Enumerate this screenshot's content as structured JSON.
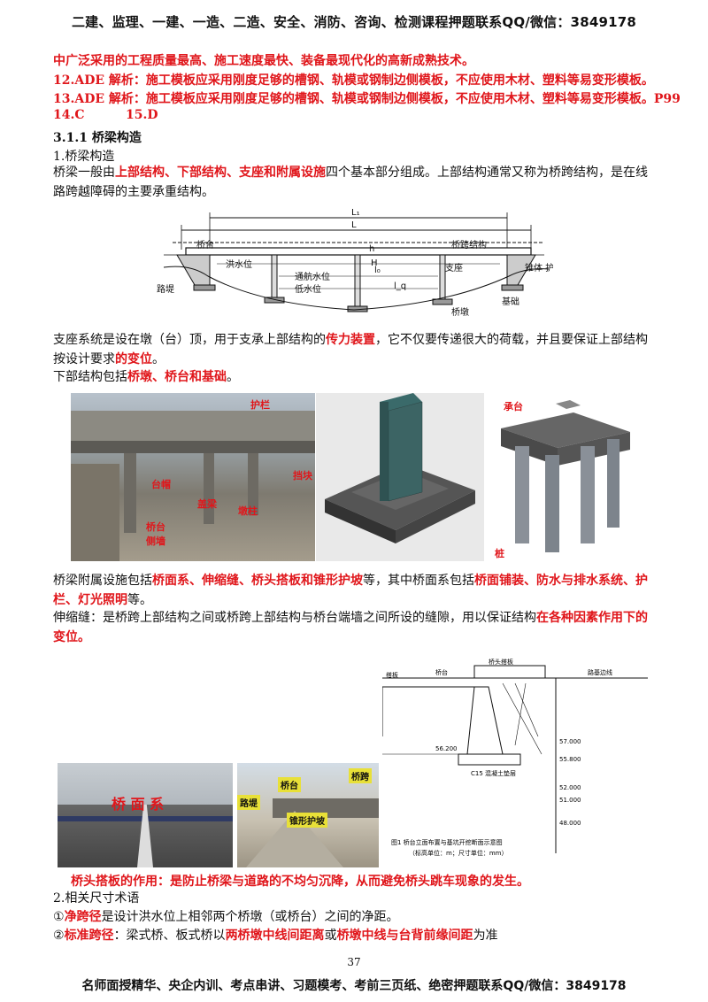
{
  "header": "二建、监理、一建、一造、二造、安全、消防、咨询、检测课程押题联系QQ/微信：3849178",
  "lines": {
    "l1": "中广泛采用的工程质量最高、施工速度最快、装备最现代化的高新成熟技术。",
    "l2": "12.ADE   解析：施工模板应采用刚度足够的槽钢、轨模或钢制边侧模板，不应使用木材、塑料等易变形模板。",
    "l3": "13.ADE 解析：施工模板应采用刚度足够的槽钢、轨模或钢制边侧模板，不应使用木材、塑料等易变形模板。P99",
    "l4a": "14.C",
    "l4b": "15.D",
    "section": "3.1.1 桥梁构造",
    "sub1": "1.桥梁构造"
  },
  "para1": {
    "a": "桥梁一般由",
    "b": "上部结构、下部结构、支座和附属设施",
    "c": "四个基本部分组成。上部结构通常又称为桥跨结构，是在线路跨越障碍的主要承重结构。"
  },
  "diagram": {
    "L1": "L₁",
    "L": "L",
    "h": "h",
    "H": "H",
    "L0": "l₀",
    "Lq": "l_q",
    "abutment": "桥台",
    "span": "桥跨结构",
    "flood": "洪水位",
    "nav": "通航水位",
    "low": "低水位",
    "embank": "路堤",
    "bearing": "支座",
    "cone": "锥体\n护坡",
    "pier": "桥墩",
    "foundation": "基础"
  },
  "para2": {
    "a": "支座系统是设在墩（台）顶，用于支承上部结构的",
    "b": "传力装置",
    "c": "，它不仅要传递很大的荷载，并且要保证上部结构按设计要求",
    "d": "的变位",
    "e": "。"
  },
  "para3": {
    "a": "下部结构包括",
    "b": "桥墩、桥台和基础",
    "c": "。"
  },
  "photo1": {
    "guard": "护栏",
    "retain": "挡块",
    "capbeam": "台帽",
    "capbeam2": "盖梁",
    "pier": "墩柱",
    "abut1": "桥台",
    "abut2": "侧墙"
  },
  "photo3": {
    "cap": "承台",
    "pile": "桩"
  },
  "para4": {
    "a": "桥梁附属设施包括",
    "b": "桥面系、伸缩缝、桥头搭板和锥形护坡",
    "c": "等，其中桥面系包括",
    "d": "桥面铺装、防水与排水系统、护栏、灯光照明",
    "e": "等。"
  },
  "para5": {
    "a": "伸缩缝：是桥跨上部结构之间或桥跨上部结构与桥台端墙之间所设的缝隙，用以保证结构",
    "b": "在各种因素作用下的变位。"
  },
  "photo4": {
    "text": "桥 面 系"
  },
  "photo5": {
    "abut": "桥台",
    "span": "桥跨",
    "embank": "路堤",
    "cone": "锥形护坡"
  },
  "drawing": {
    "title": "图1 桥台立面布置与基坑开挖断面示意图",
    "unit": "（标高单位：m；尺寸单位：mm）",
    "el1": "57.000",
    "el2": "56.200",
    "el3": "55.800",
    "el4": "52.000",
    "el5": "51.000",
    "el6": "48.000",
    "s1": "路基边线",
    "s2": "桥台",
    "s3": "搭板",
    "s4": "桥头搭板",
    "s5": "C15 混凝土垫层"
  },
  "note": "桥头搭板的作用：是防止桥梁与道路的不均匀沉降，从而避免桥头跳车现象的发生。",
  "sub2": "2.相关尺寸术语",
  "term1": {
    "a": "①",
    "b": "净跨径",
    "c": "是设计洪水位上相邻两个桥墩（或桥台）之间的净距。"
  },
  "term2": {
    "a": "②",
    "b": "标准跨径",
    "c": "：梁式桥、板式桥以",
    "d": "两桥墩中线间距离",
    "e": "或",
    "f": "桥墩中线与台背前缘间距",
    "g": "为准"
  },
  "page_number": "37",
  "footer": "名师面授精华、央企内训、考点串讲、习题模考、考前三页纸、绝密押题联系QQ/微信：3849178"
}
